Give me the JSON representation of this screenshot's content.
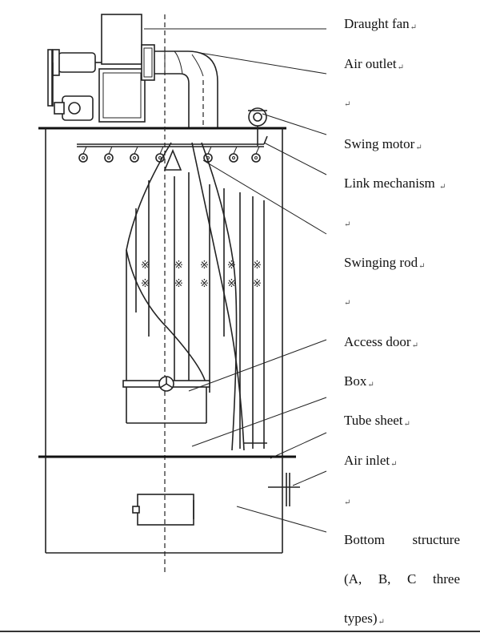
{
  "labels": {
    "draught_fan": "Draught fan",
    "air_outlet": "Air outlet",
    "swing_motor": "Swing motor",
    "link_mechanism": "Link mechanism",
    "swinging_rod": "Swinging rod",
    "access_door": "Access door",
    "box": "Box",
    "tube_sheet": "Tube sheet",
    "air_inlet": "Air inlet",
    "bottom_structure_line1_w1": "Bottom",
    "bottom_structure_line1_w2": "structure",
    "bottom_structure_line2_w1": "(A,",
    "bottom_structure_line2_w2": "B,",
    "bottom_structure_line2_w3": "C",
    "bottom_structure_line2_w4": "three",
    "bottom_structure_line3": "types)"
  },
  "paragraph_mark": "↵",
  "icons": {
    "paragraph": "paragraph-mark-icon"
  }
}
